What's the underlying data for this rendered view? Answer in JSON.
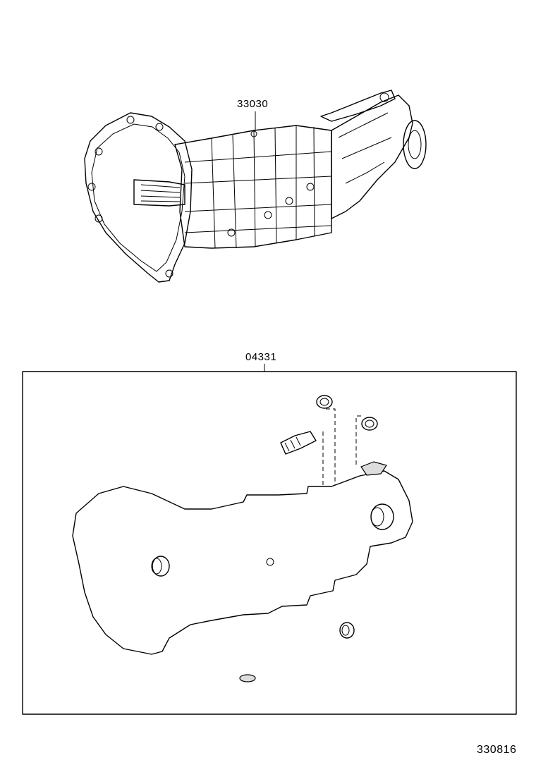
{
  "diagram": {
    "callouts": {
      "transmission_assy": "33030",
      "overhaul_gasket_kit": "04331"
    },
    "figure_number": "330816"
  }
}
